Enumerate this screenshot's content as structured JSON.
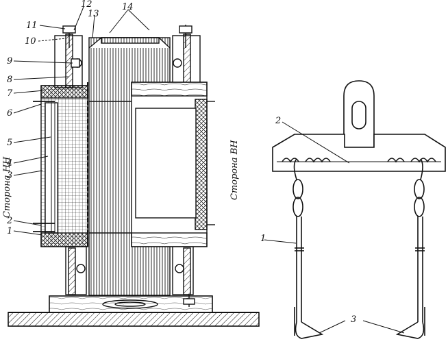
{
  "figure": {
    "left_callouts": [
      "1",
      "2",
      "3",
      "4",
      "5",
      "6",
      "7",
      "8",
      "9",
      "10",
      "11",
      "12",
      "13",
      "14"
    ],
    "side_label_low_voltage": "Сторона НН",
    "side_label_high_voltage": "Сторона ВН",
    "right_callouts": [
      "1",
      "2",
      "3"
    ],
    "colors": {
      "ink": "#111111",
      "paper": "#ffffff"
    }
  }
}
